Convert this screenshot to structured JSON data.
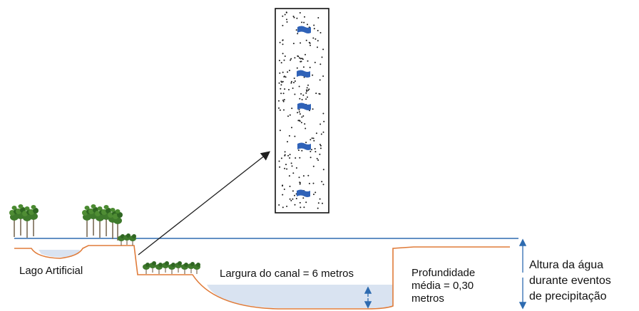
{
  "labels": {
    "artificial_lake": "Lago Artificial",
    "channel_width": "Largura do canal = 6 metros",
    "mean_depth": [
      "Profundidade",
      "média = 0,30",
      "metros"
    ],
    "water_height": [
      "Altura da água",
      "durante eventos",
      "de precipitação"
    ]
  },
  "colors": {
    "water_fill": "#d9e3f1",
    "water_line": "#2e6bb0",
    "terrain_line": "#e07b39",
    "arrow": "#1f1f1f",
    "tree_foliage": "#3f7a2c",
    "tree_trunk": "#7a6a55",
    "marker": "#2f62b8"
  },
  "icons": [
    "tree-icon",
    "flag-marker-icon"
  ]
}
